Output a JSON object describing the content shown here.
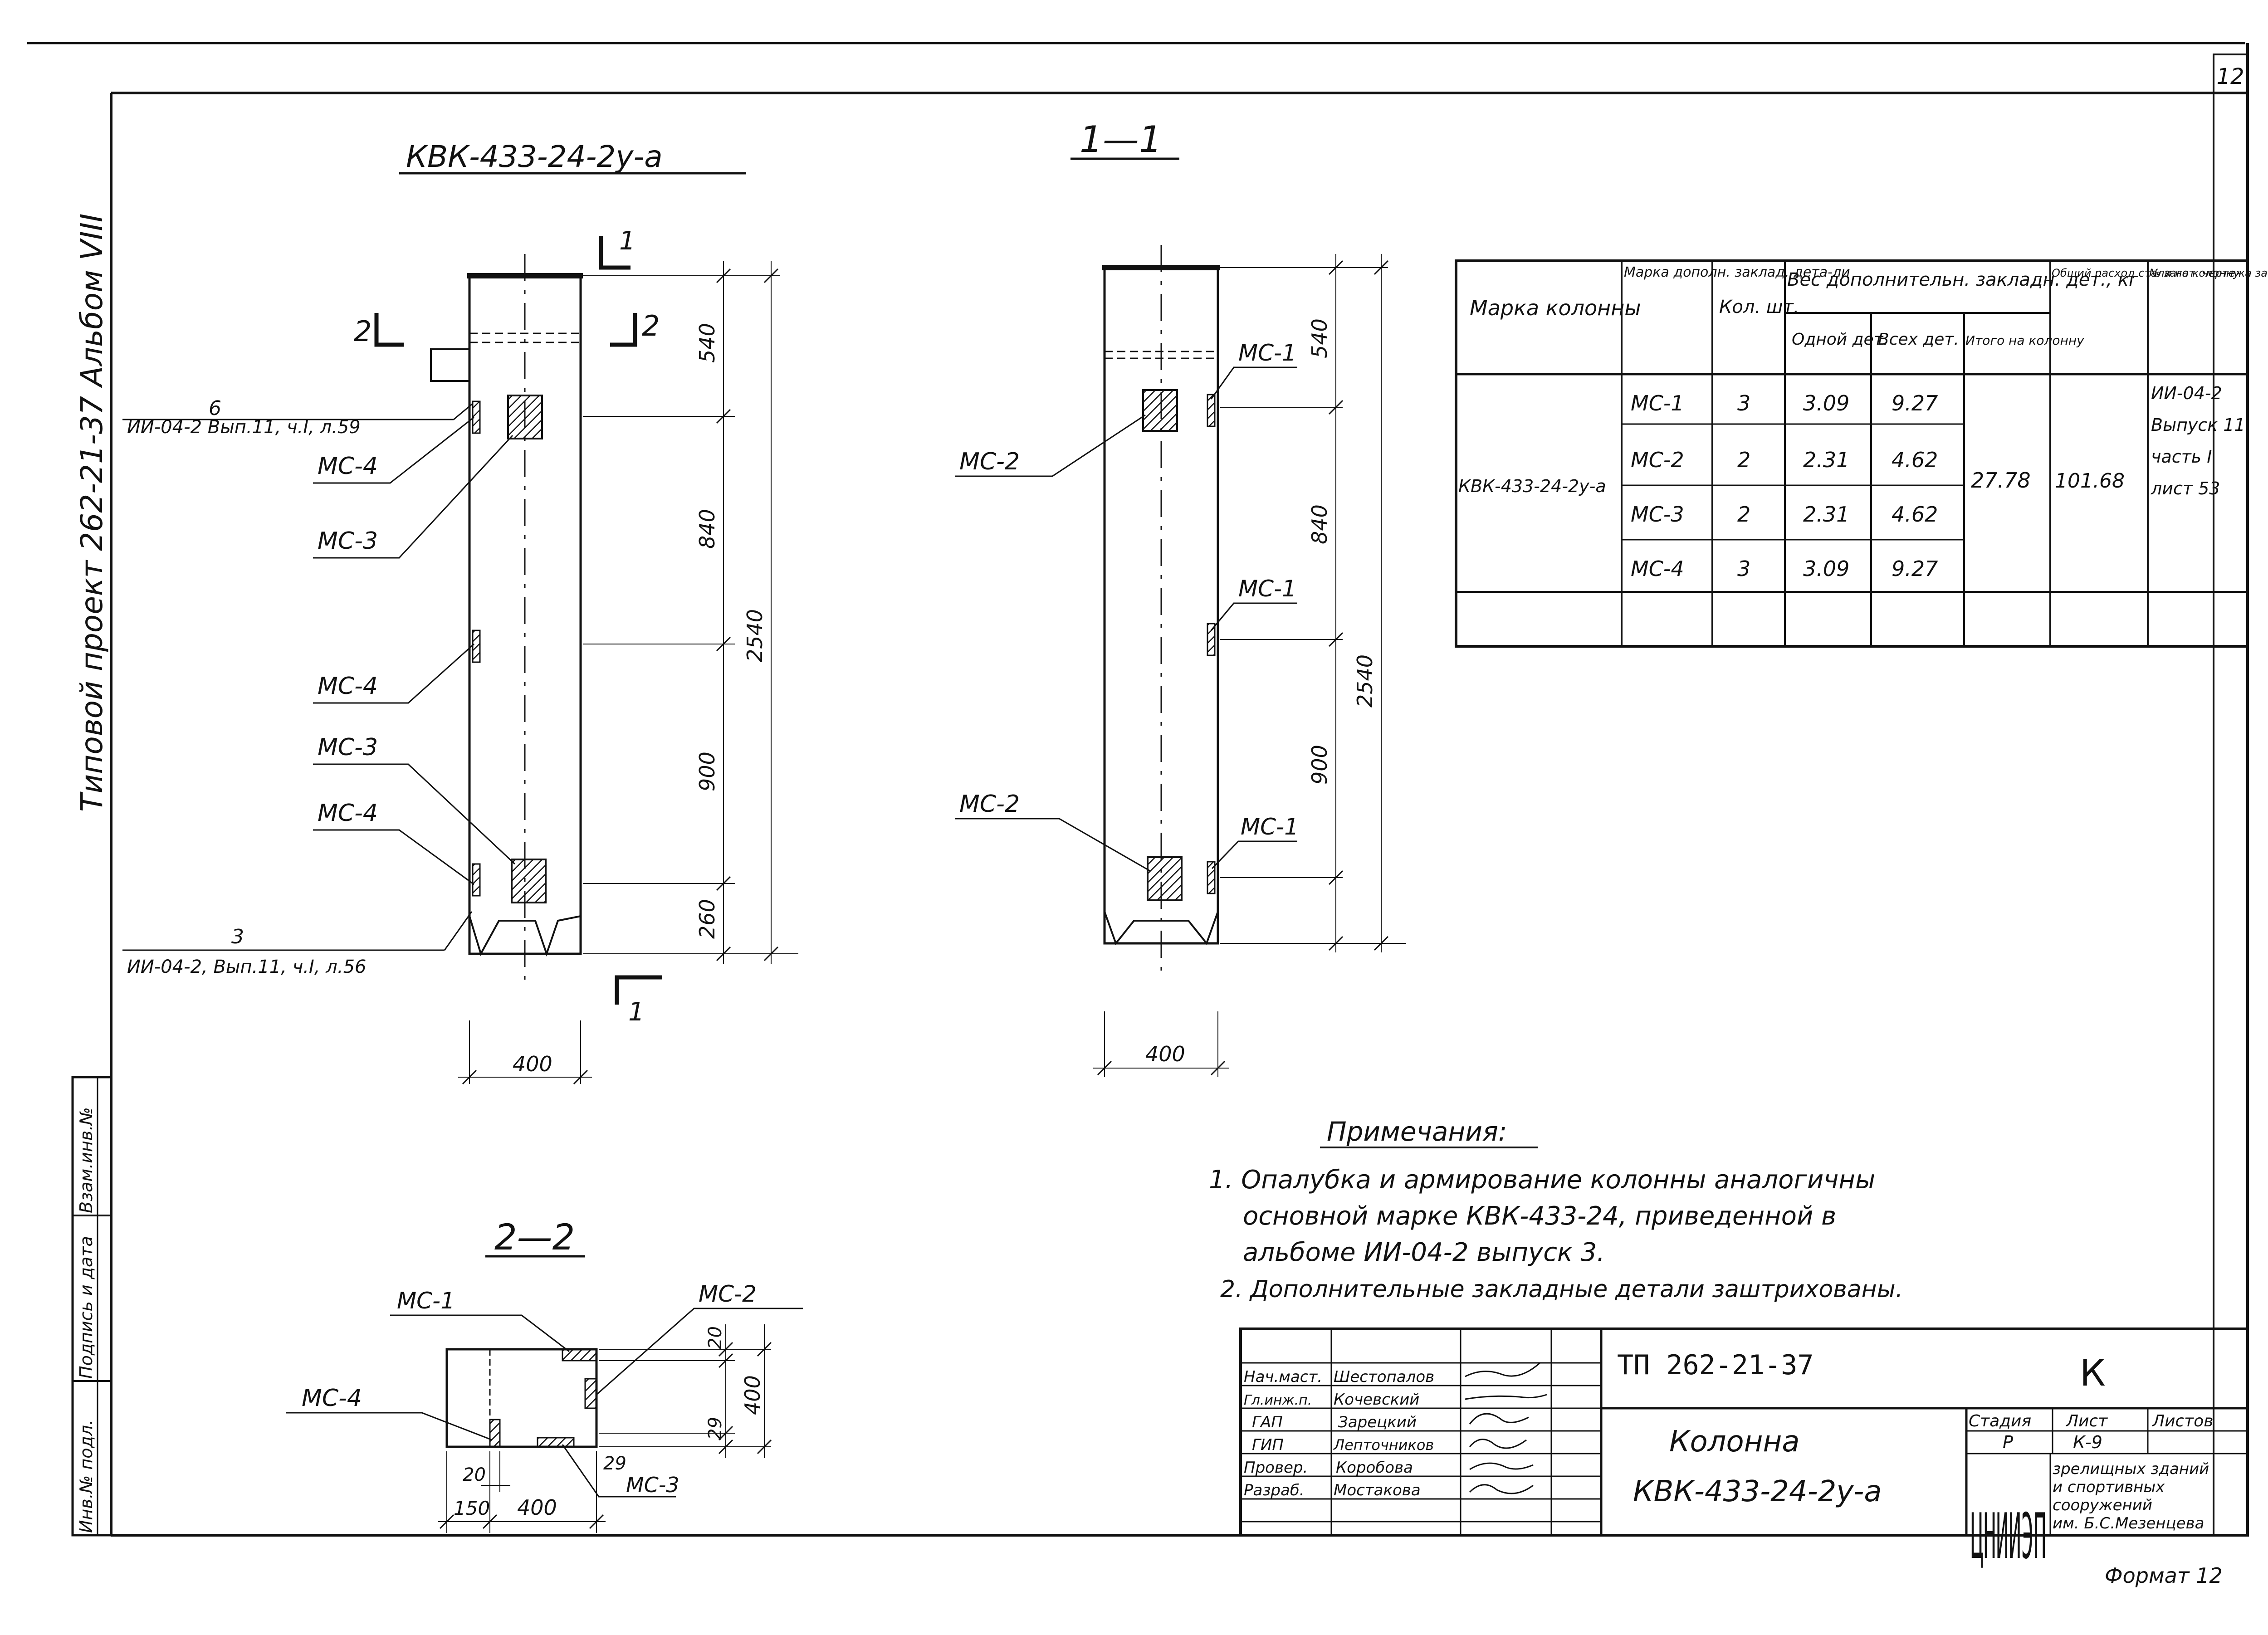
{
  "sheet": {
    "page_number": "12",
    "side_stamp": "Типовой проект 262-21-37 Альбом VIII",
    "format": "Формат 12"
  },
  "views": {
    "main_title": "КВК-433-24-2у-а",
    "section_1_1_title": "1—1",
    "section_2_2_title": "2—2"
  },
  "cut_marks": {
    "cut_1": "1",
    "cut_2": "2"
  },
  "dimensions": {
    "d540": "540",
    "d840": "840",
    "d900": "900",
    "d260": "260",
    "d2540": "2540",
    "d400": "400",
    "d20": "20",
    "d29": "29",
    "d150": "150"
  },
  "labels": {
    "mc1": "МС-1",
    "mc2": "МС-2",
    "mc3": "МС-3",
    "mc4": "МС-4",
    "ref_top_num": "6",
    "ref_top_text": "ИИ-04-2 Вып.11, ч.I, л.59",
    "ref_bottom_num": "3",
    "ref_bottom_text": "ИИ-04-2, Вып.11, ч.I, л.56"
  },
  "table": {
    "headers": {
      "col1": "Марка колонны",
      "col2": "Марка дополн. заклад. дета-ли",
      "col3": "Кол. шт.",
      "group": "Вес дополнительн. закладн. дет., кг",
      "sub_one": "Одной дет.",
      "sub_all": "Всех дет.",
      "sub_total": "Итого на колонну",
      "col_steel": "Общий расход стали на колонну",
      "col_ref": "№ загот. чертежа закл. детали"
    },
    "column_mark": "КВК-433-24-2у-а",
    "rows": [
      {
        "mark": "МС-1",
        "qty": "3",
        "one": "3.09",
        "all": "9.27"
      },
      {
        "mark": "МС-2",
        "qty": "2",
        "one": "2.31",
        "all": "4.62"
      },
      {
        "mark": "МС-3",
        "qty": "2",
        "one": "2.31",
        "all": "4.62"
      },
      {
        "mark": "МС-4",
        "qty": "3",
        "one": "3.09",
        "all": "9.27"
      }
    ],
    "total_per_column": "27.78",
    "steel_total": "101.68",
    "ref_lines": [
      "ИИ-04-2",
      "Выпуск 11",
      "часть I",
      "лист 53"
    ]
  },
  "notes": {
    "title": "Примечания:",
    "n1_l1": "1. Опалубка и армирование колонны аналогичны",
    "n1_l2": "основной марке КВК-433-24, приведенной в",
    "n1_l3": "альбоме ИИ-04-2 выпуск 3.",
    "n2": "2. Дополнительные закладные детали заштрихованы."
  },
  "left_strip": {
    "c1": "Инв.№ подл.",
    "c2": "Подпись и дата",
    "c3": "Взам.инв.№"
  },
  "title_block": {
    "project_code": "ТП 262-21-37",
    "letter": "К",
    "roles": [
      {
        "role": "Нач.маст.",
        "name": "Шестопалов"
      },
      {
        "role": "Гл.инж.п.",
        "name": "Кочевский"
      },
      {
        "role": "ГАП",
        "name": "Зарецкий"
      },
      {
        "role": "ГИП",
        "name": "Лепточников"
      },
      {
        "role": "Провер.",
        "name": "Коробова"
      },
      {
        "role": "Разраб.",
        "name": "Мостакова"
      }
    ],
    "name_l1": "Колонна",
    "name_l2": "КВК-433-24-2у-а",
    "stage_head": "Стадия",
    "sheet_head": "Лист",
    "sheets_head": "Листов",
    "stage": "Р",
    "sheet": "К-9",
    "org_logo": "ЦНИИЭП",
    "org_l1": "зрелищных зданий",
    "org_l2": "и спортивных",
    "org_l3": "сооружений",
    "org_l4": "им. Б.С.Мезенцева"
  }
}
